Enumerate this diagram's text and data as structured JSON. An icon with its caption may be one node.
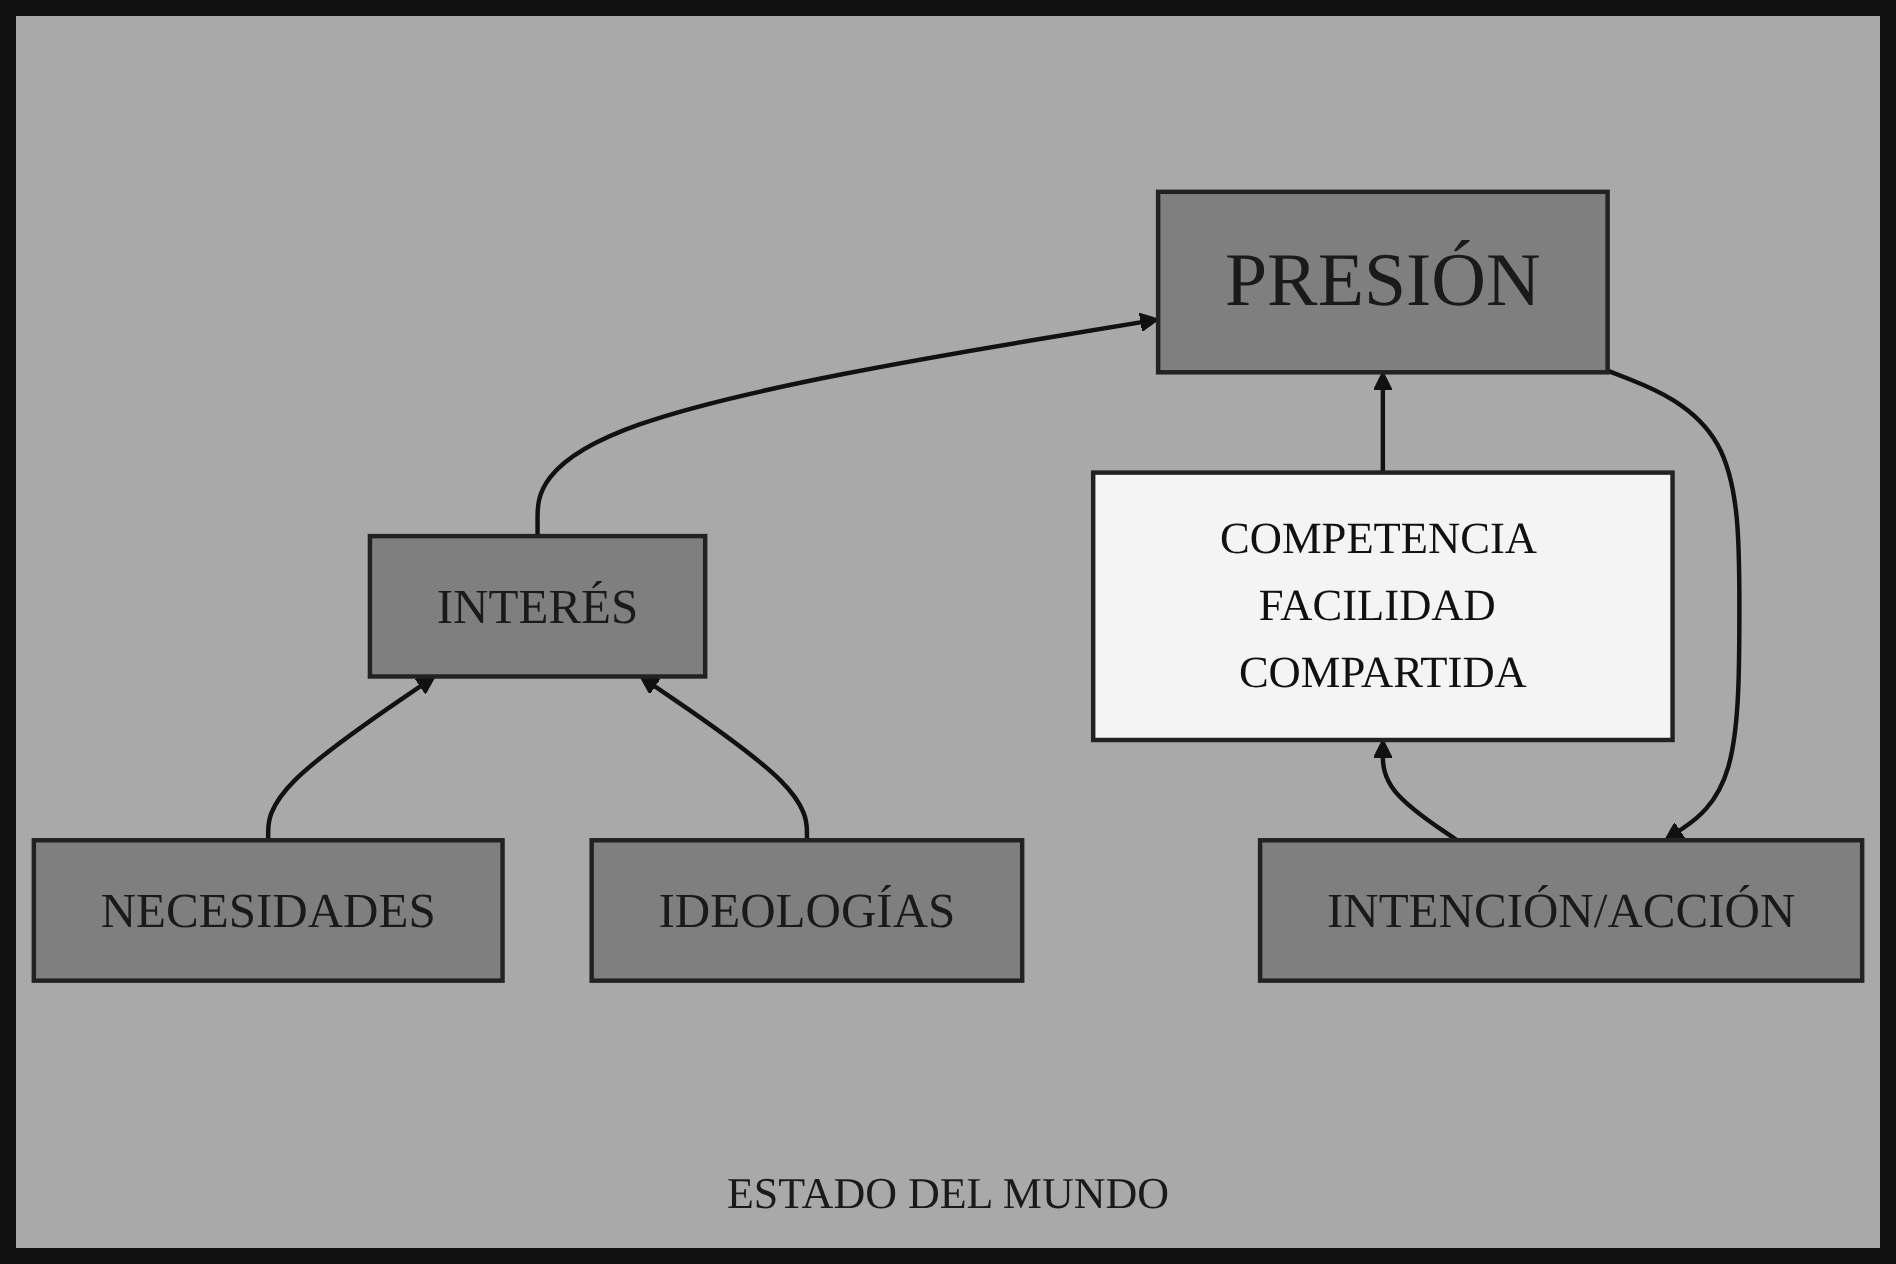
{
  "diagram": {
    "nodes": [
      {
        "text": [
          "INTENCIÓN/ACCIÓN"
        ]
      },
      {
        "text": [
          "PRESIÓN"
        ]
      },
      {
        "text": [
          "INTERÉS"
        ]
      },
      {
        "text": [
          "COMPETENCIA FACILIDAD COMPARTIDA"
        ]
      },
      {
        "text": [
          "NECESIDADES"
        ]
      },
      {
        "text": [
          "IDEOLOGÍAS"
        ]
      }
    ],
    "edges": [
      {
        "from": 1,
        "to": 0,
        "arrow": "to"
      },
      {
        "from": 0,
        "to": 3,
        "arrow": "to"
      },
      {
        "from": 2,
        "to": 1,
        "arrow": "to"
      },
      {
        "from": 3,
        "to": 1,
        "arrow": "to"
      },
      {
        "from": 4,
        "to": 2,
        "arrow": "to"
      },
      {
        "from": 5,
        "to": 2,
        "arrow": "to"
      }
    ],
    "labels": [
      "ESTADO DEL MUNDO"
    ]
  }
}
